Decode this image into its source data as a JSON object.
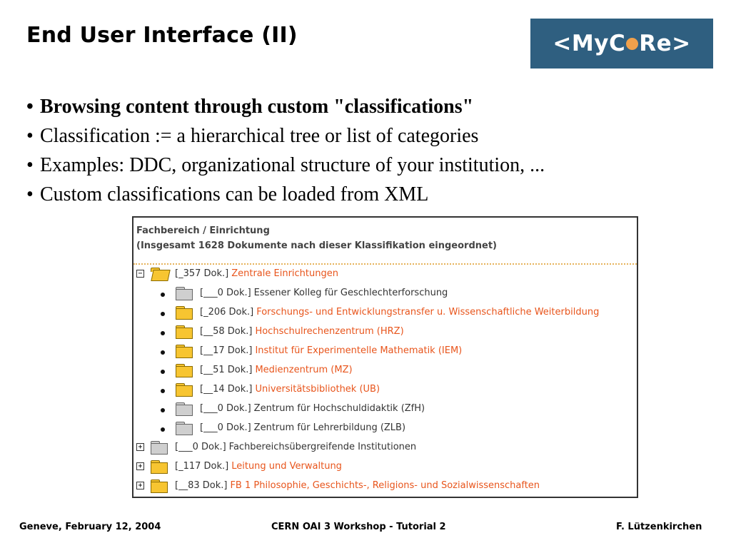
{
  "title": "End User Interface (II)",
  "logo": {
    "left": "<My",
    "middle": "C",
    "right": "Re>"
  },
  "bullets": [
    {
      "text": "Browsing content through custom \"classifications\"",
      "bold": true
    },
    {
      "text": "Classification := a hierarchical tree or list of categories",
      "bold": false
    },
    {
      "text": "Examples: DDC, organizational structure of your institution, ...",
      "bold": false
    },
    {
      "text": "Custom classifications can be loaded from XML",
      "bold": false
    }
  ],
  "bullet_symbol": "•",
  "panel": {
    "heading": "Fachbereich / Einrichtung",
    "subheading": "(Insgesamt 1628 Dokumente nach dieser Klassifikation eingeordnet)",
    "items": [
      {
        "toggle": "−",
        "count": "[_357 Dok.]",
        "label": "Zentrale Einrichtungen",
        "folder": "yellow-open",
        "active": true
      },
      {
        "toggle": "",
        "count": "[___0 Dok.]",
        "label": "Essener Kolleg für Geschlechterforschung",
        "folder": "gray",
        "active": false
      },
      {
        "toggle": "",
        "count": "[_206 Dok.]",
        "label": "Forschungs- und Entwicklungstransfer u. Wissenschaftliche Weiterbildung",
        "folder": "yellow",
        "active": true
      },
      {
        "toggle": "",
        "count": "[__58 Dok.]",
        "label": "Hochschulrechenzentrum (HRZ)",
        "folder": "yellow",
        "active": true
      },
      {
        "toggle": "",
        "count": "[__17 Dok.]",
        "label": "Institut für Experimentelle Mathematik (IEM)",
        "folder": "yellow",
        "active": true
      },
      {
        "toggle": "",
        "count": "[__51 Dok.]",
        "label": "Medienzentrum (MZ)",
        "folder": "yellow",
        "active": true
      },
      {
        "toggle": "",
        "count": "[__14 Dok.]",
        "label": "Universitätsbibliothek (UB)",
        "folder": "yellow",
        "active": true
      },
      {
        "toggle": "",
        "count": "[___0 Dok.]",
        "label": "Zentrum für Hochschuldidaktik (ZfH)",
        "folder": "gray",
        "active": false
      },
      {
        "toggle": "",
        "count": "[___0 Dok.]",
        "label": "Zentrum für Lehrerbildung (ZLB)",
        "folder": "gray",
        "active": false
      },
      {
        "toggle": "+",
        "count": "[___0 Dok.]",
        "label": "Fachbereichsübergreifende Institutionen",
        "folder": "gray",
        "active": false
      },
      {
        "toggle": "+",
        "count": "[_117 Dok.]",
        "label": "Leitung und Verwaltung",
        "folder": "yellow",
        "active": true
      },
      {
        "toggle": "+",
        "count": "[__83 Dok.]",
        "label": "FB 1 Philosophie, Geschichts-, Religions- und Sozialwissenschaften",
        "folder": "yellow",
        "active": true
      }
    ]
  },
  "colors": {
    "logo_bg": "#2f5f80",
    "logo_dot": "#f0a04b",
    "link": "#e8551c",
    "folder_yellow": "#f7c531",
    "folder_gray": "#cfcfcf"
  },
  "footer": {
    "left": "Geneve, February 12, 2004",
    "center": "CERN OAI 3 Workshop - Tutorial 2",
    "right": "F. Lützenkirchen"
  }
}
